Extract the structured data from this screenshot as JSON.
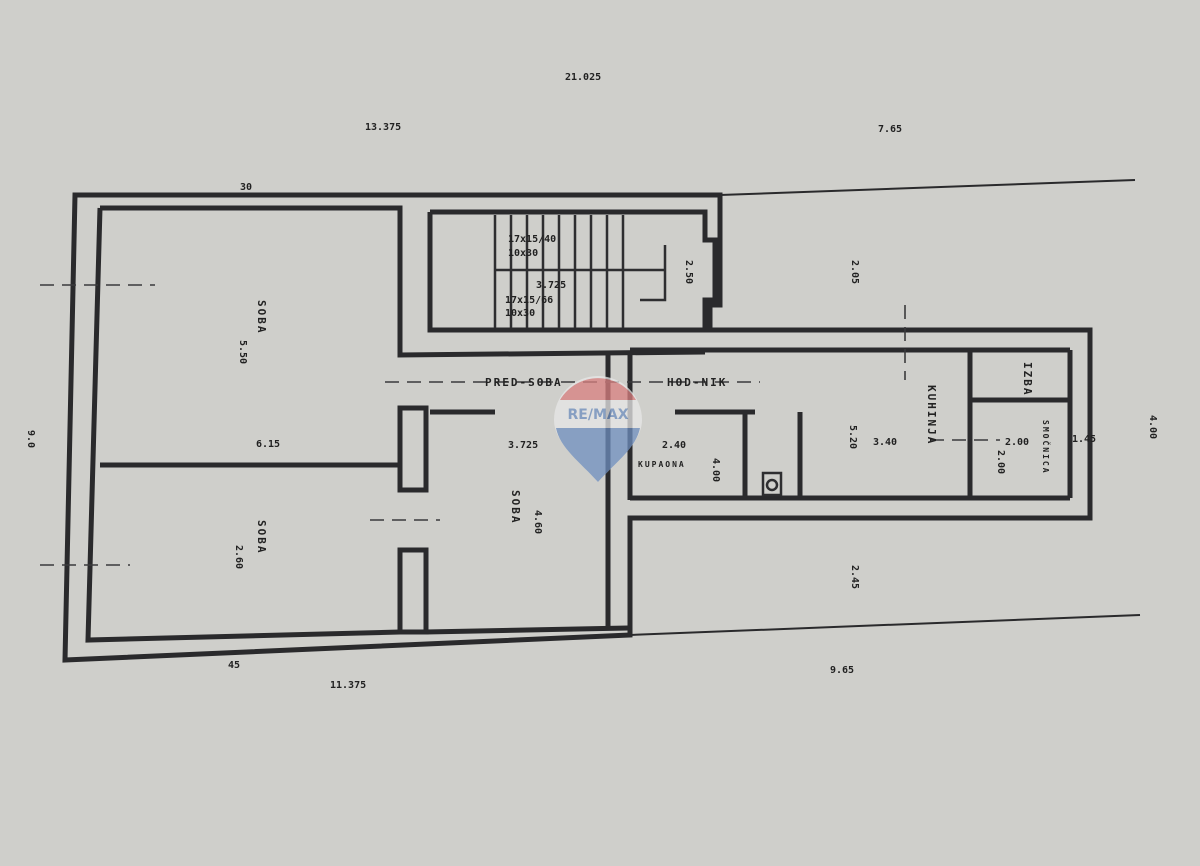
{
  "plan": {
    "dimensions": {
      "top_total": "21.025",
      "top_left": "13.375",
      "top_right": "7.65",
      "bottom_left": "11.375",
      "bottom_right": "9.65",
      "room1_height": "5.50",
      "room1_width": "6.15",
      "room2_height": "2.60",
      "hall_width": "3.725",
      "room3_height": "4.60",
      "stair_1": "17x15/40",
      "stair_2": "10x30",
      "stair_width": "3.725",
      "stair_3": "17x15/66",
      "stair_4": "10x30",
      "stair_depth": "2.50",
      "bath_width": "2.40",
      "bath_height": "4.00",
      "kitchen_height": "5.20",
      "kitchen_width": "3.40",
      "pantry_width": "2.00",
      "pantry_height": "2.00",
      "yard_top": "2.05",
      "yard_bottom": "2.45",
      "right_height": "4.00",
      "left_height": "9.0",
      "wall_45": "45",
      "wall_30": "30",
      "wall_15": "1.45"
    },
    "rooms": {
      "room1": "SOBA",
      "room2": "SOBA",
      "room3": "SOBA",
      "anteroom": "PRED-SOBA",
      "corridor": "HOD-NIK",
      "bathroom": "KUPAONA",
      "kitchen": "KUHINJA",
      "izba": "IZBA",
      "storage": "SMOČNICA"
    },
    "watermark": "RE/MAX"
  },
  "colors": {
    "paper": "#cfcfcb",
    "ink": "#2a2a2c",
    "watermark_red": "#d98080",
    "watermark_blue": "#6f8fbf"
  }
}
